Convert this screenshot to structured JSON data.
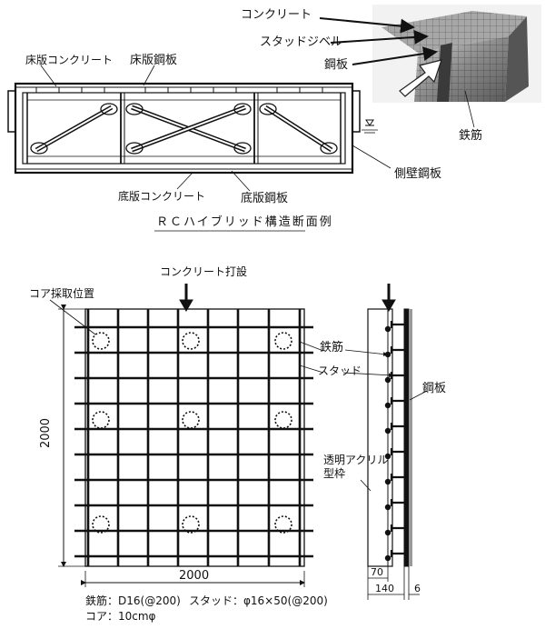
{
  "cross_section": {
    "label_floor_concrete": "床版コンクリート",
    "label_floor_steel": "床版鋼板",
    "label_bottom_concrete": "底版コンクリート",
    "label_bottom_steel": "底版鋼板",
    "label_side_steel": "側壁鋼板",
    "caption": "ＲＣハイブリッド構造断面例"
  },
  "inset_3d": {
    "label_concrete": "コンクリート",
    "label_stud": "スタッドジベル",
    "label_plate": "鋼板",
    "label_rebar": "鉄筋"
  },
  "panel": {
    "pour_label": "コンクリート打設",
    "core_position_label": "コア採取位置",
    "rebar_label": "鉄筋",
    "stud_label": "スタッド",
    "dim_height": "2000",
    "dim_width": "2000",
    "spec_rebar": "鉄筋：D16(@200)",
    "spec_stud": "スタッド：φ16×50(@200)",
    "spec_core": "コア：10cmφ"
  },
  "side_view": {
    "plate_label": "鋼板",
    "formwork_label_1": "透明アクリル",
    "formwork_label_2": "型枠",
    "dim_70": "70",
    "dim_140": "140",
    "dim_6": "6"
  }
}
